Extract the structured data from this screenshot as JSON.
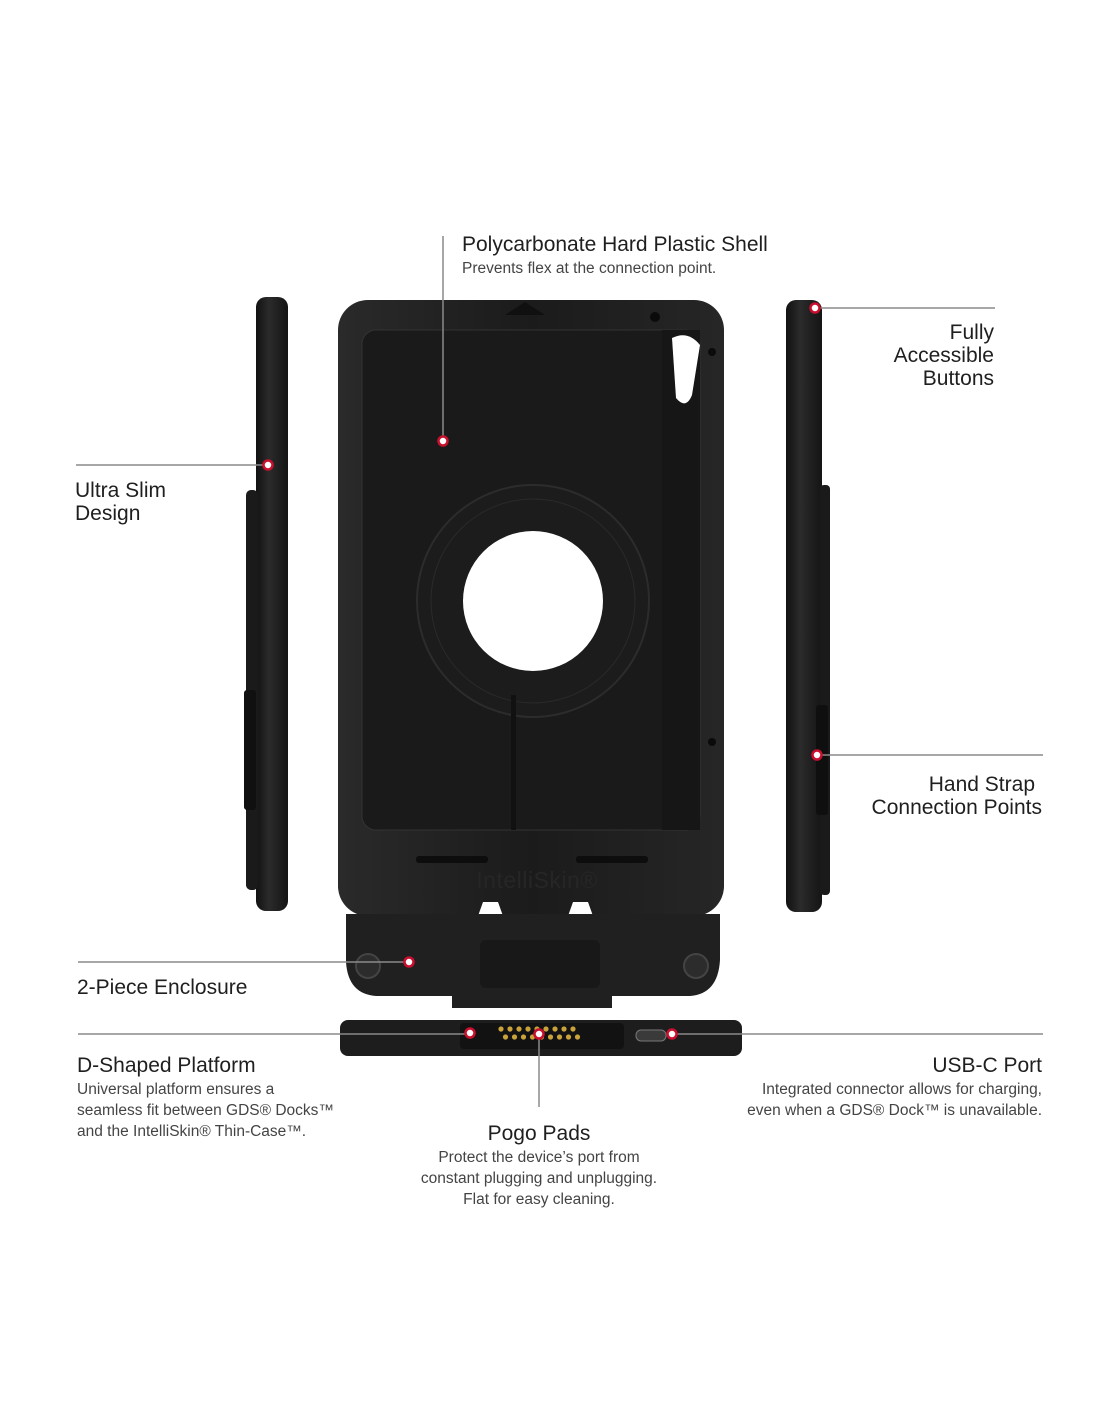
{
  "callouts": {
    "shell": {
      "title": "Polycarbonate Hard Plastic Shell",
      "desc": "Prevents flex at the connection point."
    },
    "buttons": {
      "line1": "Fully",
      "line2": "Accessible",
      "line3": "Buttons"
    },
    "slim": {
      "line1": "Ultra Slim",
      "line2": "Design"
    },
    "strap": {
      "line1": "Hand Strap",
      "line2": "Connection Points"
    },
    "enclosure": {
      "title": "2-Piece Enclosure"
    },
    "platform": {
      "title": "D-Shaped Platform",
      "desc1": "Universal platform ensures a",
      "desc2": "seamless fit between GDS® Docks™",
      "desc3": "and the IntelliSkin® Thin-Case™."
    },
    "usbc": {
      "title": "USB-C Port",
      "desc1": "Integrated connector allows for charging,",
      "desc2": "even when a GDS® Dock™ is unavailable."
    },
    "pogo": {
      "title": "Pogo Pads",
      "desc1": "Protect the device’s port from",
      "desc2": "constant plugging and unplugging.",
      "desc3": "Flat for easy cleaning."
    }
  },
  "product": {
    "logo_text": "IntelliSkin®"
  },
  "colors": {
    "case_body": "#1e1e1e",
    "case_edge": "#2e2e2e",
    "leader_line": "#8a8a8a",
    "marker_ring": "#c8102e",
    "pogo_pins": "#c9a23a"
  }
}
